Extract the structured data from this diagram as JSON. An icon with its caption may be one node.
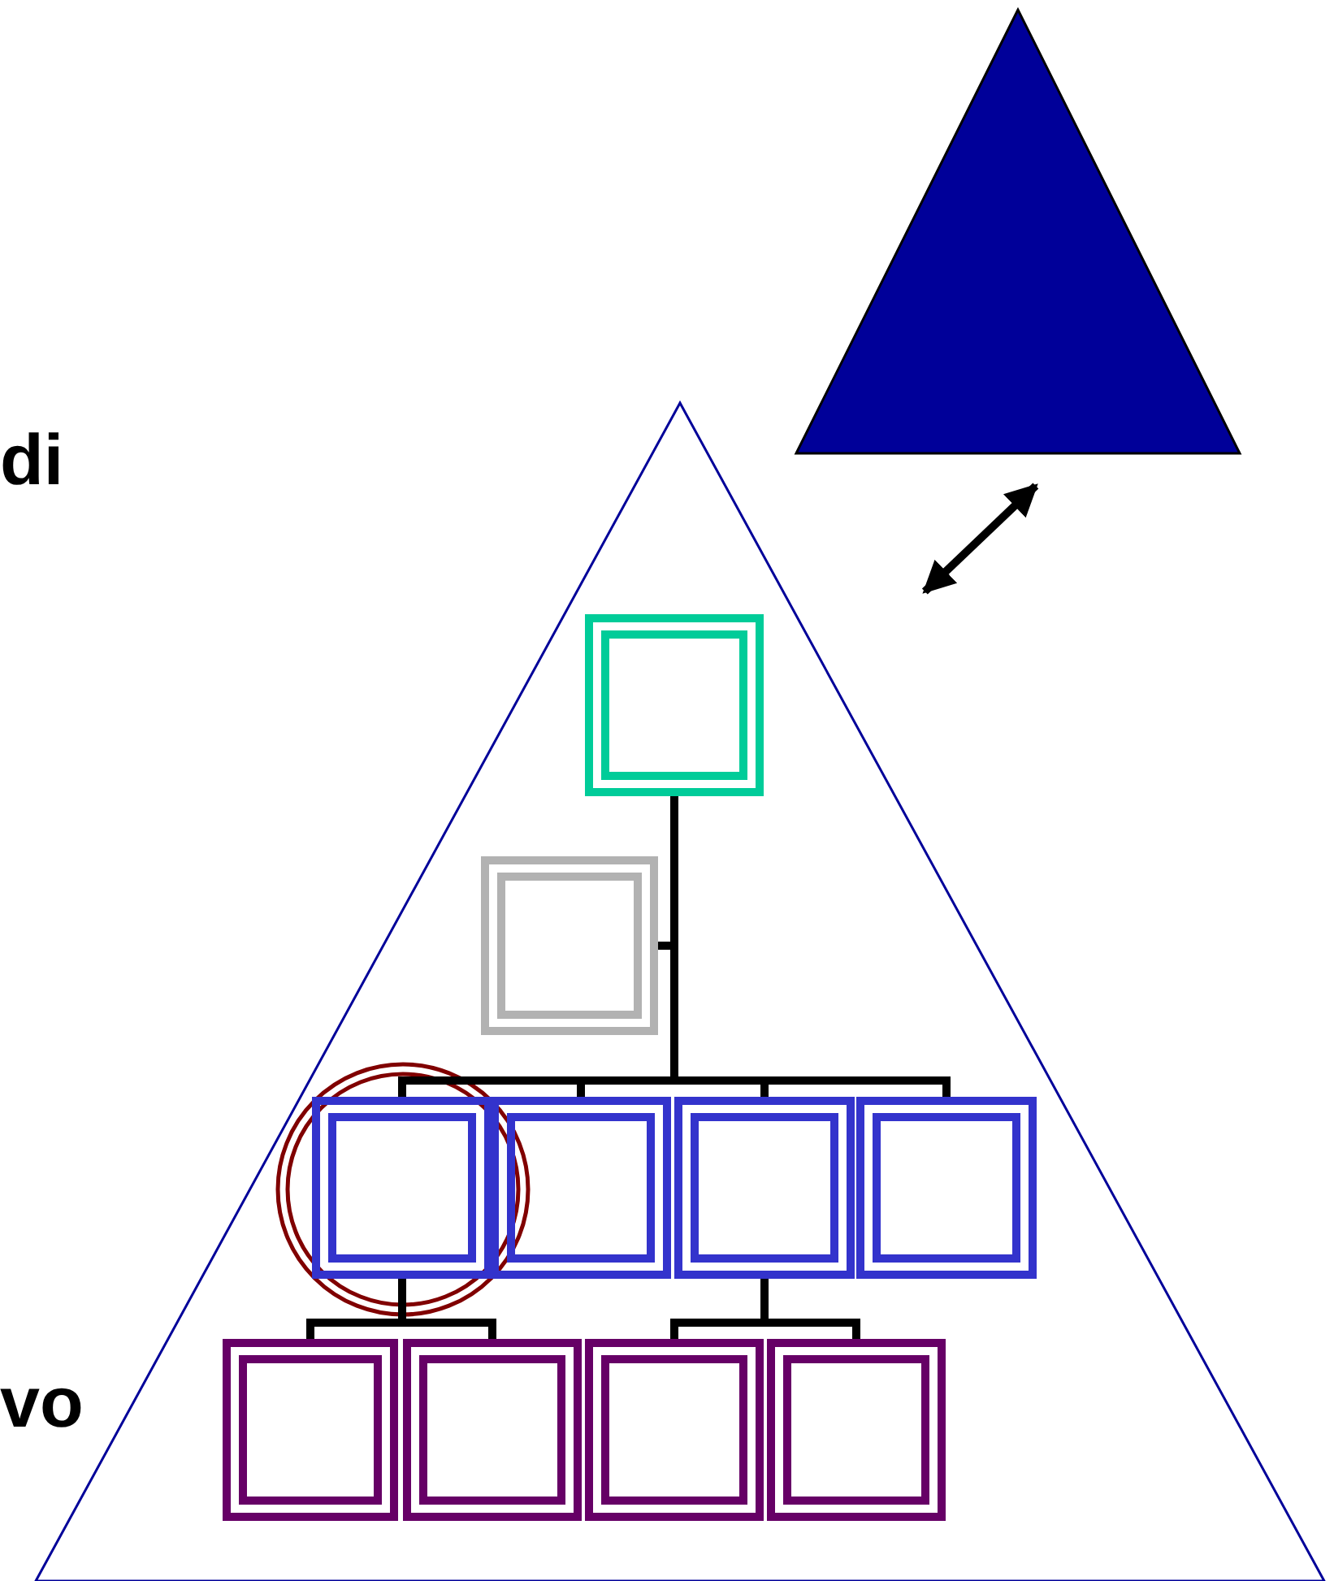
{
  "diagram": {
    "nodes": [
      {
        "text": [],
        "shape": "triangle"
      },
      {
        "text": [],
        "shape": "triangle"
      },
      {
        "text": [],
        "shape": "box",
        "in": 1
      },
      {
        "text": [],
        "shape": "box",
        "in": 1
      },
      {
        "text": [],
        "shape": "circle",
        "in": 1
      },
      {
        "text": [],
        "shape": "box",
        "in": 4
      },
      {
        "text": [],
        "shape": "box",
        "in": 1
      },
      {
        "text": [],
        "shape": "box",
        "in": 1
      },
      {
        "text": [],
        "shape": "box",
        "in": 1
      },
      {
        "text": [],
        "shape": "box",
        "in": 1
      },
      {
        "text": [],
        "shape": "box",
        "in": 1
      },
      {
        "text": [],
        "shape": "box",
        "in": 1
      },
      {
        "text": [],
        "shape": "box",
        "in": 1
      }
    ],
    "edges": [
      {
        "from": 0,
        "to": 1,
        "arrow": "both"
      },
      {
        "from": 2,
        "to": 3,
        "arrow": "none"
      },
      {
        "from": 2,
        "to": 5,
        "arrow": "none"
      },
      {
        "from": 2,
        "to": 6,
        "arrow": "none"
      },
      {
        "from": 2,
        "to": 7,
        "arrow": "none"
      },
      {
        "from": 2,
        "to": 8,
        "arrow": "none"
      },
      {
        "from": 5,
        "to": 9,
        "arrow": "none"
      },
      {
        "from": 5,
        "to": 10,
        "arrow": "none"
      },
      {
        "from": 7,
        "to": 11,
        "arrow": "none"
      },
      {
        "from": 7,
        "to": 12,
        "arrow": "none"
      }
    ],
    "labels": [
      "di",
      "vo"
    ]
  }
}
